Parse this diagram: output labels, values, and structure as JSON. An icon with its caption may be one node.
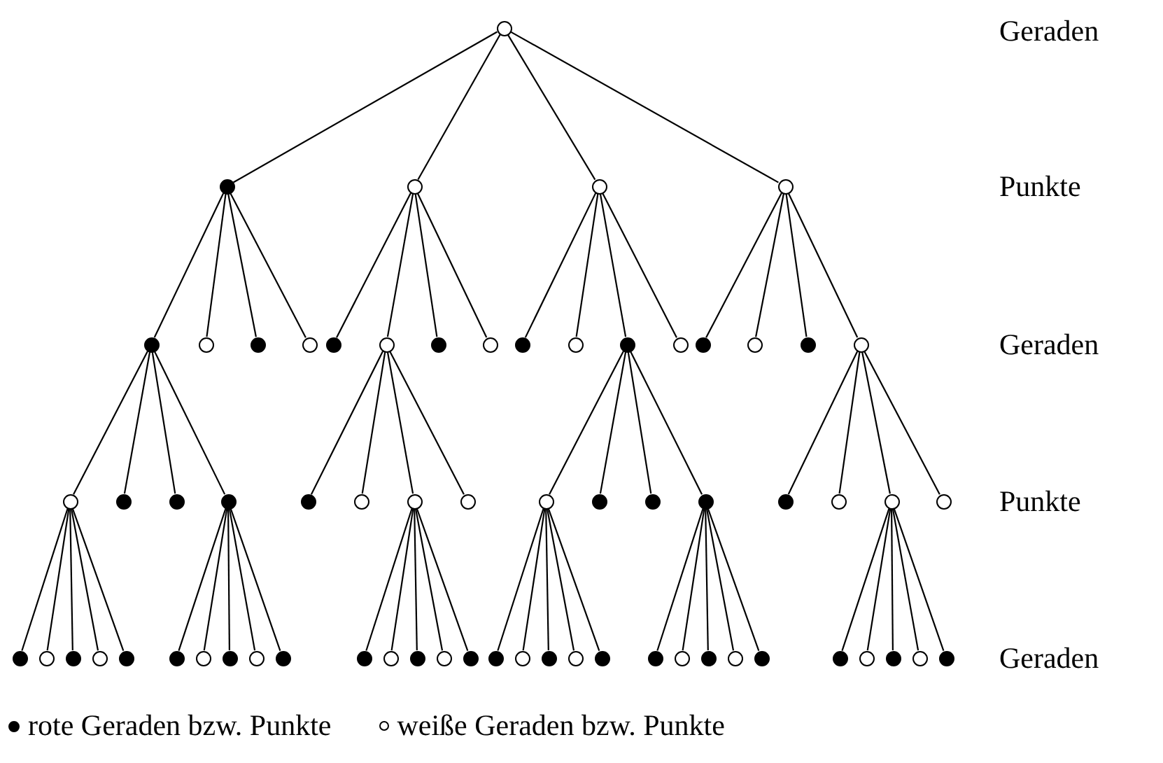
{
  "diagram": {
    "nodes": [
      {
        "text": [],
        "shape": "circle"
      },
      {
        "text": [],
        "shape": "dot"
      },
      {
        "text": [],
        "shape": "circle"
      },
      {
        "text": [],
        "shape": "circle"
      },
      {
        "text": [],
        "shape": "circle"
      },
      {
        "text": [],
        "shape": "dot"
      },
      {
        "text": [],
        "shape": "circle"
      },
      {
        "text": [],
        "shape": "dot"
      },
      {
        "text": [],
        "shape": "circle"
      },
      {
        "text": [],
        "shape": "dot"
      },
      {
        "text": [],
        "shape": "circle"
      },
      {
        "text": [],
        "shape": "dot"
      },
      {
        "text": [],
        "shape": "circle"
      },
      {
        "text": [],
        "shape": "dot"
      },
      {
        "text": [],
        "shape": "circle"
      },
      {
        "text": [],
        "shape": "dot"
      },
      {
        "text": [],
        "shape": "circle"
      },
      {
        "text": [],
        "shape": "dot"
      },
      {
        "text": [],
        "shape": "circle"
      },
      {
        "text": [],
        "shape": "dot"
      },
      {
        "text": [],
        "shape": "circle"
      },
      {
        "text": [],
        "shape": "circle"
      },
      {
        "text": [],
        "shape": "dot"
      },
      {
        "text": [],
        "shape": "dot"
      },
      {
        "text": [],
        "shape": "dot"
      },
      {
        "text": [],
        "shape": "dot"
      },
      {
        "text": [],
        "shape": "circle"
      },
      {
        "text": [],
        "shape": "circle"
      },
      {
        "text": [],
        "shape": "circle"
      },
      {
        "text": [],
        "shape": "circle"
      },
      {
        "text": [],
        "shape": "dot"
      },
      {
        "text": [],
        "shape": "dot"
      },
      {
        "text": [],
        "shape": "dot"
      },
      {
        "text": [],
        "shape": "dot"
      },
      {
        "text": [],
        "shape": "circle"
      },
      {
        "text": [],
        "shape": "circle"
      },
      {
        "text": [],
        "shape": "circle"
      },
      {
        "text": [],
        "shape": "dot"
      },
      {
        "text": [],
        "shape": "circle"
      },
      {
        "text": [],
        "shape": "dot"
      },
      {
        "text": [],
        "shape": "circle"
      },
      {
        "text": [],
        "shape": "dot"
      },
      {
        "text": [],
        "shape": "dot"
      },
      {
        "text": [],
        "shape": "circle"
      },
      {
        "text": [],
        "shape": "dot"
      },
      {
        "text": [],
        "shape": "circle"
      },
      {
        "text": [],
        "shape": "dot"
      },
      {
        "text": [],
        "shape": "dot"
      },
      {
        "text": [],
        "shape": "circle"
      },
      {
        "text": [],
        "shape": "dot"
      },
      {
        "text": [],
        "shape": "circle"
      },
      {
        "text": [],
        "shape": "dot"
      },
      {
        "text": [],
        "shape": "dot"
      },
      {
        "text": [],
        "shape": "circle"
      },
      {
        "text": [],
        "shape": "dot"
      },
      {
        "text": [],
        "shape": "circle"
      },
      {
        "text": [],
        "shape": "dot"
      },
      {
        "text": [],
        "shape": "dot"
      },
      {
        "text": [],
        "shape": "circle"
      },
      {
        "text": [],
        "shape": "dot"
      },
      {
        "text": [],
        "shape": "circle"
      },
      {
        "text": [],
        "shape": "dot"
      },
      {
        "text": [],
        "shape": "dot"
      },
      {
        "text": [],
        "shape": "circle"
      },
      {
        "text": [],
        "shape": "dot"
      },
      {
        "text": [],
        "shape": "circle"
      },
      {
        "text": [],
        "shape": "dot"
      }
    ],
    "edges": [
      {
        "from": 0,
        "to": 1,
        "arrow": "none"
      },
      {
        "from": 0,
        "to": 2,
        "arrow": "none"
      },
      {
        "from": 0,
        "to": 3,
        "arrow": "none"
      },
      {
        "from": 0,
        "to": 4,
        "arrow": "none"
      },
      {
        "from": 1,
        "to": 5,
        "arrow": "none"
      },
      {
        "from": 1,
        "to": 6,
        "arrow": "none"
      },
      {
        "from": 1,
        "to": 7,
        "arrow": "none"
      },
      {
        "from": 1,
        "to": 8,
        "arrow": "none"
      },
      {
        "from": 2,
        "to": 9,
        "arrow": "none"
      },
      {
        "from": 2,
        "to": 10,
        "arrow": "none"
      },
      {
        "from": 2,
        "to": 11,
        "arrow": "none"
      },
      {
        "from": 2,
        "to": 12,
        "arrow": "none"
      },
      {
        "from": 3,
        "to": 13,
        "arrow": "none"
      },
      {
        "from": 3,
        "to": 14,
        "arrow": "none"
      },
      {
        "from": 3,
        "to": 15,
        "arrow": "none"
      },
      {
        "from": 3,
        "to": 16,
        "arrow": "none"
      },
      {
        "from": 4,
        "to": 17,
        "arrow": "none"
      },
      {
        "from": 4,
        "to": 18,
        "arrow": "none"
      },
      {
        "from": 4,
        "to": 19,
        "arrow": "none"
      },
      {
        "from": 4,
        "to": 20,
        "arrow": "none"
      },
      {
        "from": 5,
        "to": 21,
        "arrow": "none"
      },
      {
        "from": 5,
        "to": 22,
        "arrow": "none"
      },
      {
        "from": 5,
        "to": 23,
        "arrow": "none"
      },
      {
        "from": 5,
        "to": 24,
        "arrow": "none"
      },
      {
        "from": 10,
        "to": 25,
        "arrow": "none"
      },
      {
        "from": 10,
        "to": 26,
        "arrow": "none"
      },
      {
        "from": 10,
        "to": 27,
        "arrow": "none"
      },
      {
        "from": 10,
        "to": 28,
        "arrow": "none"
      },
      {
        "from": 15,
        "to": 29,
        "arrow": "none"
      },
      {
        "from": 15,
        "to": 30,
        "arrow": "none"
      },
      {
        "from": 15,
        "to": 31,
        "arrow": "none"
      },
      {
        "from": 15,
        "to": 32,
        "arrow": "none"
      },
      {
        "from": 20,
        "to": 33,
        "arrow": "none"
      },
      {
        "from": 20,
        "to": 34,
        "arrow": "none"
      },
      {
        "from": 20,
        "to": 35,
        "arrow": "none"
      },
      {
        "from": 20,
        "to": 36,
        "arrow": "none"
      },
      {
        "from": 21,
        "to": 37,
        "arrow": "none"
      },
      {
        "from": 21,
        "to": 38,
        "arrow": "none"
      },
      {
        "from": 21,
        "to": 39,
        "arrow": "none"
      },
      {
        "from": 21,
        "to": 40,
        "arrow": "none"
      },
      {
        "from": 21,
        "to": 41,
        "arrow": "none"
      },
      {
        "from": 24,
        "to": 42,
        "arrow": "none"
      },
      {
        "from": 24,
        "to": 43,
        "arrow": "none"
      },
      {
        "from": 24,
        "to": 44,
        "arrow": "none"
      },
      {
        "from": 24,
        "to": 45,
        "arrow": "none"
      },
      {
        "from": 24,
        "to": 46,
        "arrow": "none"
      },
      {
        "from": 27,
        "to": 47,
        "arrow": "none"
      },
      {
        "from": 27,
        "to": 48,
        "arrow": "none"
      },
      {
        "from": 27,
        "to": 49,
        "arrow": "none"
      },
      {
        "from": 27,
        "to": 50,
        "arrow": "none"
      },
      {
        "from": 27,
        "to": 51,
        "arrow": "none"
      },
      {
        "from": 29,
        "to": 52,
        "arrow": "none"
      },
      {
        "from": 29,
        "to": 53,
        "arrow": "none"
      },
      {
        "from": 29,
        "to": 54,
        "arrow": "none"
      },
      {
        "from": 29,
        "to": 55,
        "arrow": "none"
      },
      {
        "from": 29,
        "to": 56,
        "arrow": "none"
      },
      {
        "from": 32,
        "to": 57,
        "arrow": "none"
      },
      {
        "from": 32,
        "to": 58,
        "arrow": "none"
      },
      {
        "from": 32,
        "to": 59,
        "arrow": "none"
      },
      {
        "from": 32,
        "to": 60,
        "arrow": "none"
      },
      {
        "from": 32,
        "to": 61,
        "arrow": "none"
      },
      {
        "from": 35,
        "to": 62,
        "arrow": "none"
      },
      {
        "from": 35,
        "to": 63,
        "arrow": "none"
      },
      {
        "from": 35,
        "to": 64,
        "arrow": "none"
      },
      {
        "from": 35,
        "to": 65,
        "arrow": "none"
      },
      {
        "from": 35,
        "to": 66,
        "arrow": "none"
      }
    ],
    "labels": [
      "Geraden",
      "Punkte",
      "Geraden",
      "Punkte",
      "Geraden"
    ],
    "legend": [
      {
        "text": "rote Geraden bzw. Punkte"
      },
      {
        "text": "weiße Geraden bzw. Punkte"
      }
    ]
  }
}
